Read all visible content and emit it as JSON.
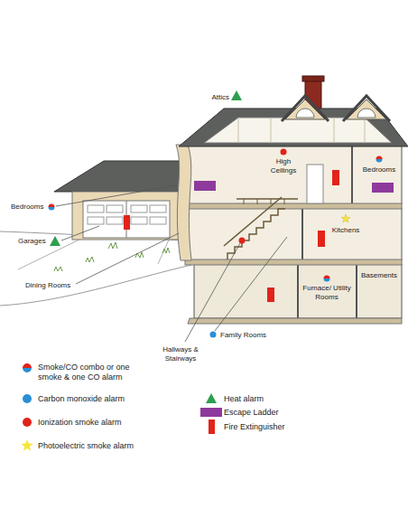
{
  "diagram": {
    "labels": [
      "Attics",
      "High Ceilings",
      "Bedrooms",
      "Bedrooms",
      "Garages",
      "Kitchens",
      "Dining Rooms",
      "Basements",
      "Furnace/ Utility Rooms",
      "Hallways & Stairways",
      "Family Rooms"
    ],
    "legend": [
      {
        "text": "Smoke/CO combo or one smoke & one CO alarm"
      },
      {
        "text": "Carbon monoxide alarm",
        "color": "#2a8fd4"
      },
      {
        "text": "Ionization smoke alarm",
        "color": "#e2231a"
      },
      {
        "text": "Photoelectric smoke alarm",
        "color": "#f6e63c"
      },
      {
        "text": "Heat alarm",
        "color": "#2e9e4f"
      },
      {
        "text": "Escape Ladder",
        "color": "#8e3a9d"
      },
      {
        "text": "Fire Extinguisher",
        "color": "#e2231a"
      }
    ]
  }
}
